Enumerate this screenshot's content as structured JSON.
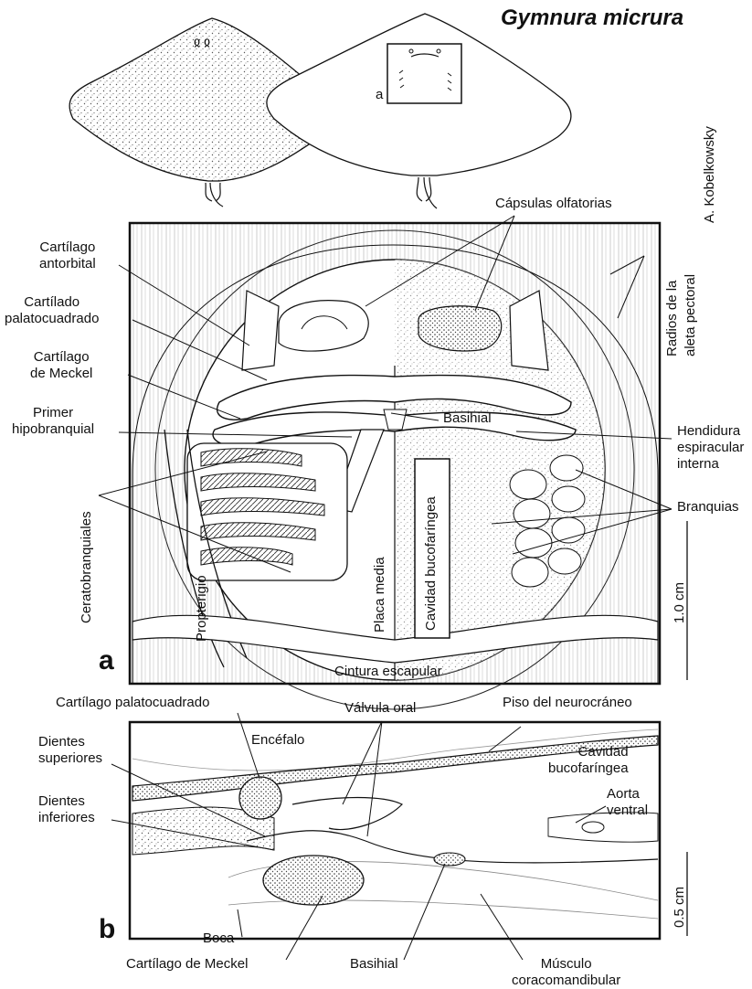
{
  "title": "Gymnura micrura",
  "author": "A. Kobelkowsky",
  "inset_marker": "a",
  "panel_a": {
    "letter": "a",
    "labels": {
      "capsulas": "Cápsulas olfatorias",
      "antorbital": "Cartílago\nantorbital",
      "palatocuadrado": "Cartílado\npalatocuadrado",
      "meckel": "Cartílago\nde Meckel",
      "hipobranquial": "Primer\nhipobranquial",
      "basihial": "Basihial",
      "ceratobranquiales": "Ceratobranquiales",
      "propterigio": "Propterigio",
      "placa_media": "Placa media",
      "cavidad": "Cavidad bucofaríngea",
      "cintura": "Cintura escapular",
      "radios": "Radios de la\naleta pectoral",
      "hendidura": "Hendidura\nespiracular\ninterna",
      "branquias": "Branquias",
      "scale": "1.0 cm"
    }
  },
  "panel_b": {
    "letter": "b",
    "labels": {
      "palatocuadrado": "Cartílago palatocuadrado",
      "valvula": "Válvula oral",
      "piso": "Piso del neurocráneo",
      "encefalo": "Encéfalo",
      "dientes_sup": "Dientes\nsuperiores",
      "dientes_inf": "Dientes\ninferiores",
      "cavidad": "Cavidad\nbucofaríngea",
      "aorta": "Aorta\nventral",
      "boca": "Boca",
      "meckel": "Cartílago de Meckel",
      "basihial": "Basihial",
      "musculo": "Músculo\ncoracomandibular",
      "scale": "0.5 cm"
    }
  }
}
